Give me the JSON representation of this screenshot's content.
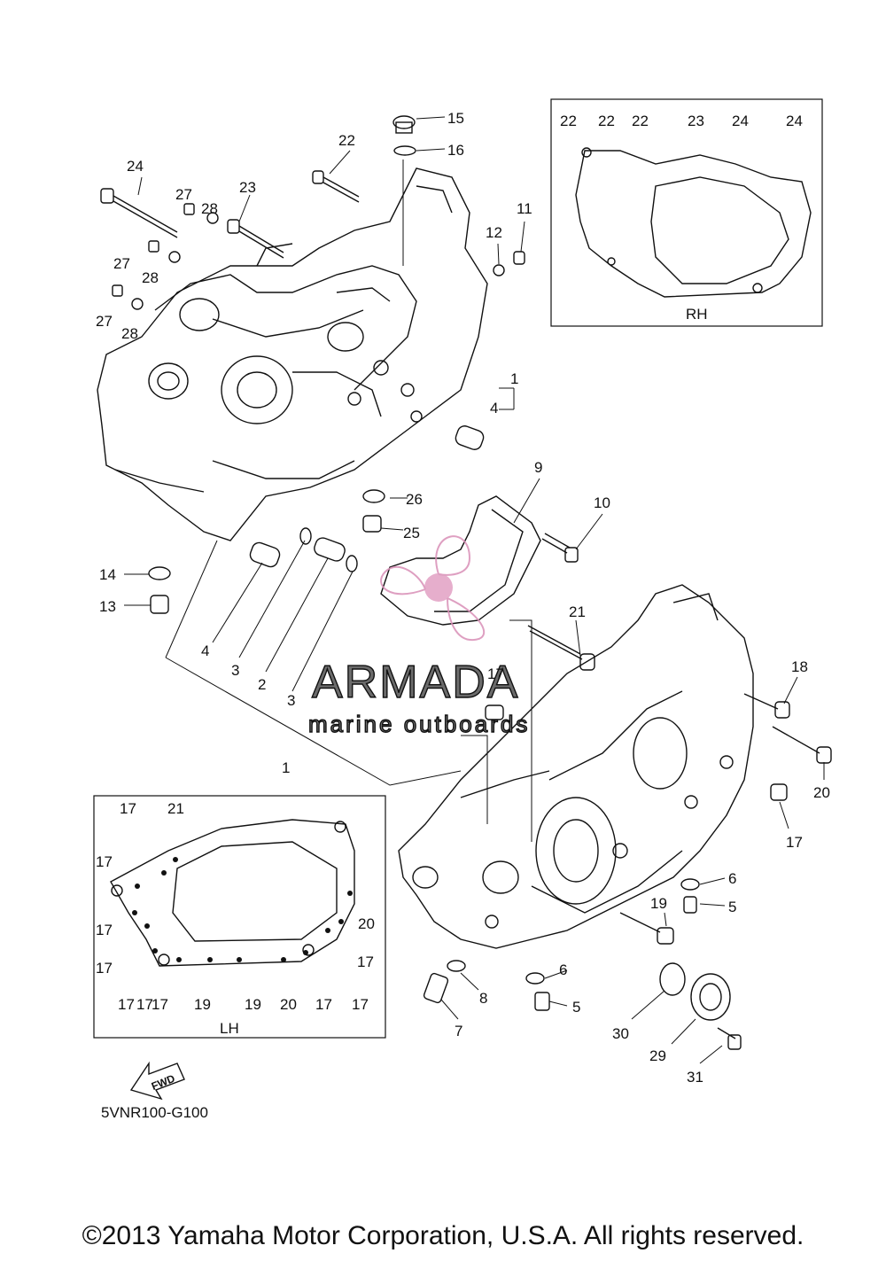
{
  "diagram": {
    "part_labels": {
      "l1a": "1",
      "l1b": "1",
      "l2": "2",
      "l3a": "3",
      "l3b": "3",
      "l4a": "4",
      "l4b": "4",
      "l5a": "5",
      "l5b": "5",
      "l6a": "6",
      "l6b": "6",
      "l7": "7",
      "l8": "8",
      "l9": "9",
      "l10": "10",
      "l11": "11",
      "l12": "12",
      "l13": "13",
      "l14": "14",
      "l15": "15",
      "l16": "16",
      "l17a": "17",
      "l17b": "17",
      "l18": "18",
      "l19": "19",
      "l20": "20",
      "l21": "21",
      "l22": "22",
      "l23": "23",
      "l24": "24",
      "l25": "25",
      "l26": "26",
      "l27a": "27",
      "l27b": "27",
      "l27c": "27",
      "l28a": "28",
      "l28b": "28",
      "l28c": "28",
      "l29": "29",
      "l30": "30",
      "l31": "31"
    },
    "rh_box": {
      "title": "RH",
      "labels": [
        "22",
        "22",
        "22",
        "23",
        "24",
        "24"
      ]
    },
    "lh_box": {
      "title": "LH",
      "labels": [
        "17",
        "21",
        "17",
        "17",
        "17",
        "17",
        "20",
        "17",
        "17",
        "17",
        "19",
        "19",
        "20",
        "17",
        "17"
      ]
    },
    "fwd_label": "FWD",
    "diagram_code": "5VNR100-G100"
  },
  "watermark": {
    "title": "ARMADA",
    "subtitle": "marine outboards"
  },
  "footer": {
    "copyright": "©2013 Yamaha Motor Corporation, U.S.A. All rights reserved."
  }
}
